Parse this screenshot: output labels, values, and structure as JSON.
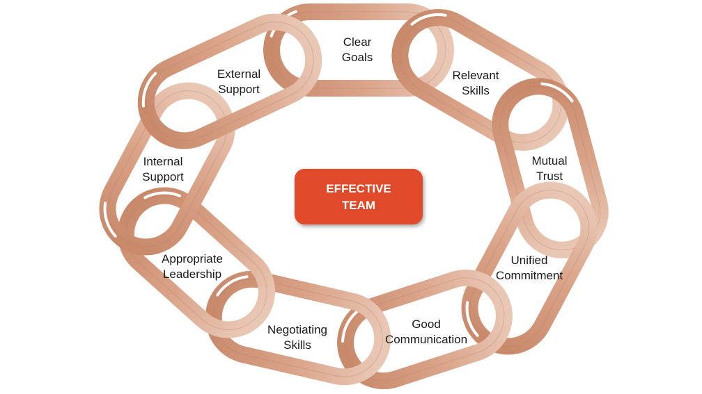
{
  "center": {
    "line1": "EFFECTIVE",
    "line2": "TEAM",
    "color": "#e0482a"
  },
  "chain": {
    "link_color": "#d49a7e",
    "highlight_color": "#ffffff"
  },
  "links": [
    {
      "id": "clear-goals",
      "lines": [
        "Clear",
        "Goals"
      ]
    },
    {
      "id": "relevant-skills",
      "lines": [
        "Relevant",
        "Skills"
      ]
    },
    {
      "id": "mutual-trust",
      "lines": [
        "Mutual",
        "Trust"
      ]
    },
    {
      "id": "unified-commitment",
      "lines": [
        "Unified",
        "Commitment"
      ]
    },
    {
      "id": "good-communication",
      "lines": [
        "Good",
        "Communication"
      ]
    },
    {
      "id": "negotiating-skills",
      "lines": [
        "Negotiating",
        "Skills"
      ]
    },
    {
      "id": "appropriate-leadership",
      "lines": [
        "Appropriate",
        "Leadership"
      ]
    },
    {
      "id": "internal-support",
      "lines": [
        "Internal",
        "Support"
      ]
    },
    {
      "id": "external-support",
      "lines": [
        "External",
        "Support"
      ]
    }
  ]
}
